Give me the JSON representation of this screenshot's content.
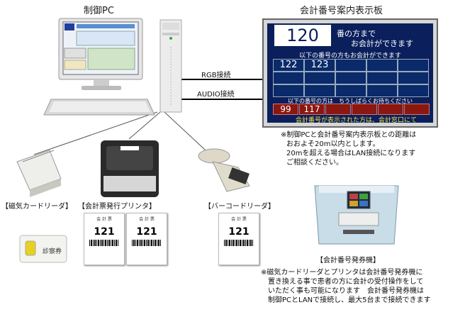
{
  "titles": {
    "control_pc": "制御PC",
    "display_board": "会計番号案内表示板"
  },
  "links": {
    "rgb": "RGB接続",
    "audio": "AUDIO接続"
  },
  "board": {
    "current_number": "120",
    "current_line1": "番の方まで",
    "current_line2": "お会計ができます",
    "ready_header": "以下の番号の方もお会計ができます",
    "ready_numbers": [
      "122",
      "123",
      "",
      "",
      "",
      "",
      "",
      "",
      "",
      "",
      "",
      "",
      "",
      "",
      ""
    ],
    "wait_header": "以下の番号の方は　ちうしばらくお待ちください",
    "wait_numbers": [
      "99",
      "117",
      "",
      "",
      "",
      ""
    ],
    "footer": "会計番号が表示された方は、会計窓口にて"
  },
  "board_note": [
    "※制御PCと会計番号案内表示板との距離は",
    "おおよそ20m以内とします。",
    "20mを超える場合はLAN接続になります",
    "ご相談ください。"
  ],
  "devices": {
    "card_reader": "【磁気カードリーダ】",
    "printer": "【会計票発行プリンタ】",
    "barcode_reader": "【バーコードリーダ】",
    "issuer": "【会計番号発券機】"
  },
  "card_label": "診察券",
  "receipt": {
    "title": "会 計 票",
    "number": "121"
  },
  "issuer_note": [
    "※磁気カードリーダとプリンタは会計番号発券機に",
    "置き換える事で患者の方に会計の受付操作をして",
    "いただく事も可能になります　会計番号発券機は",
    "制御PCとLANで接続し、最大5台まで接続できます"
  ],
  "colors": {
    "board_bg": "#0a1f5c",
    "cell_border": "#9ab0d0",
    "wait_red": "#8a1810",
    "footer_yellow": "#f2e24a"
  }
}
